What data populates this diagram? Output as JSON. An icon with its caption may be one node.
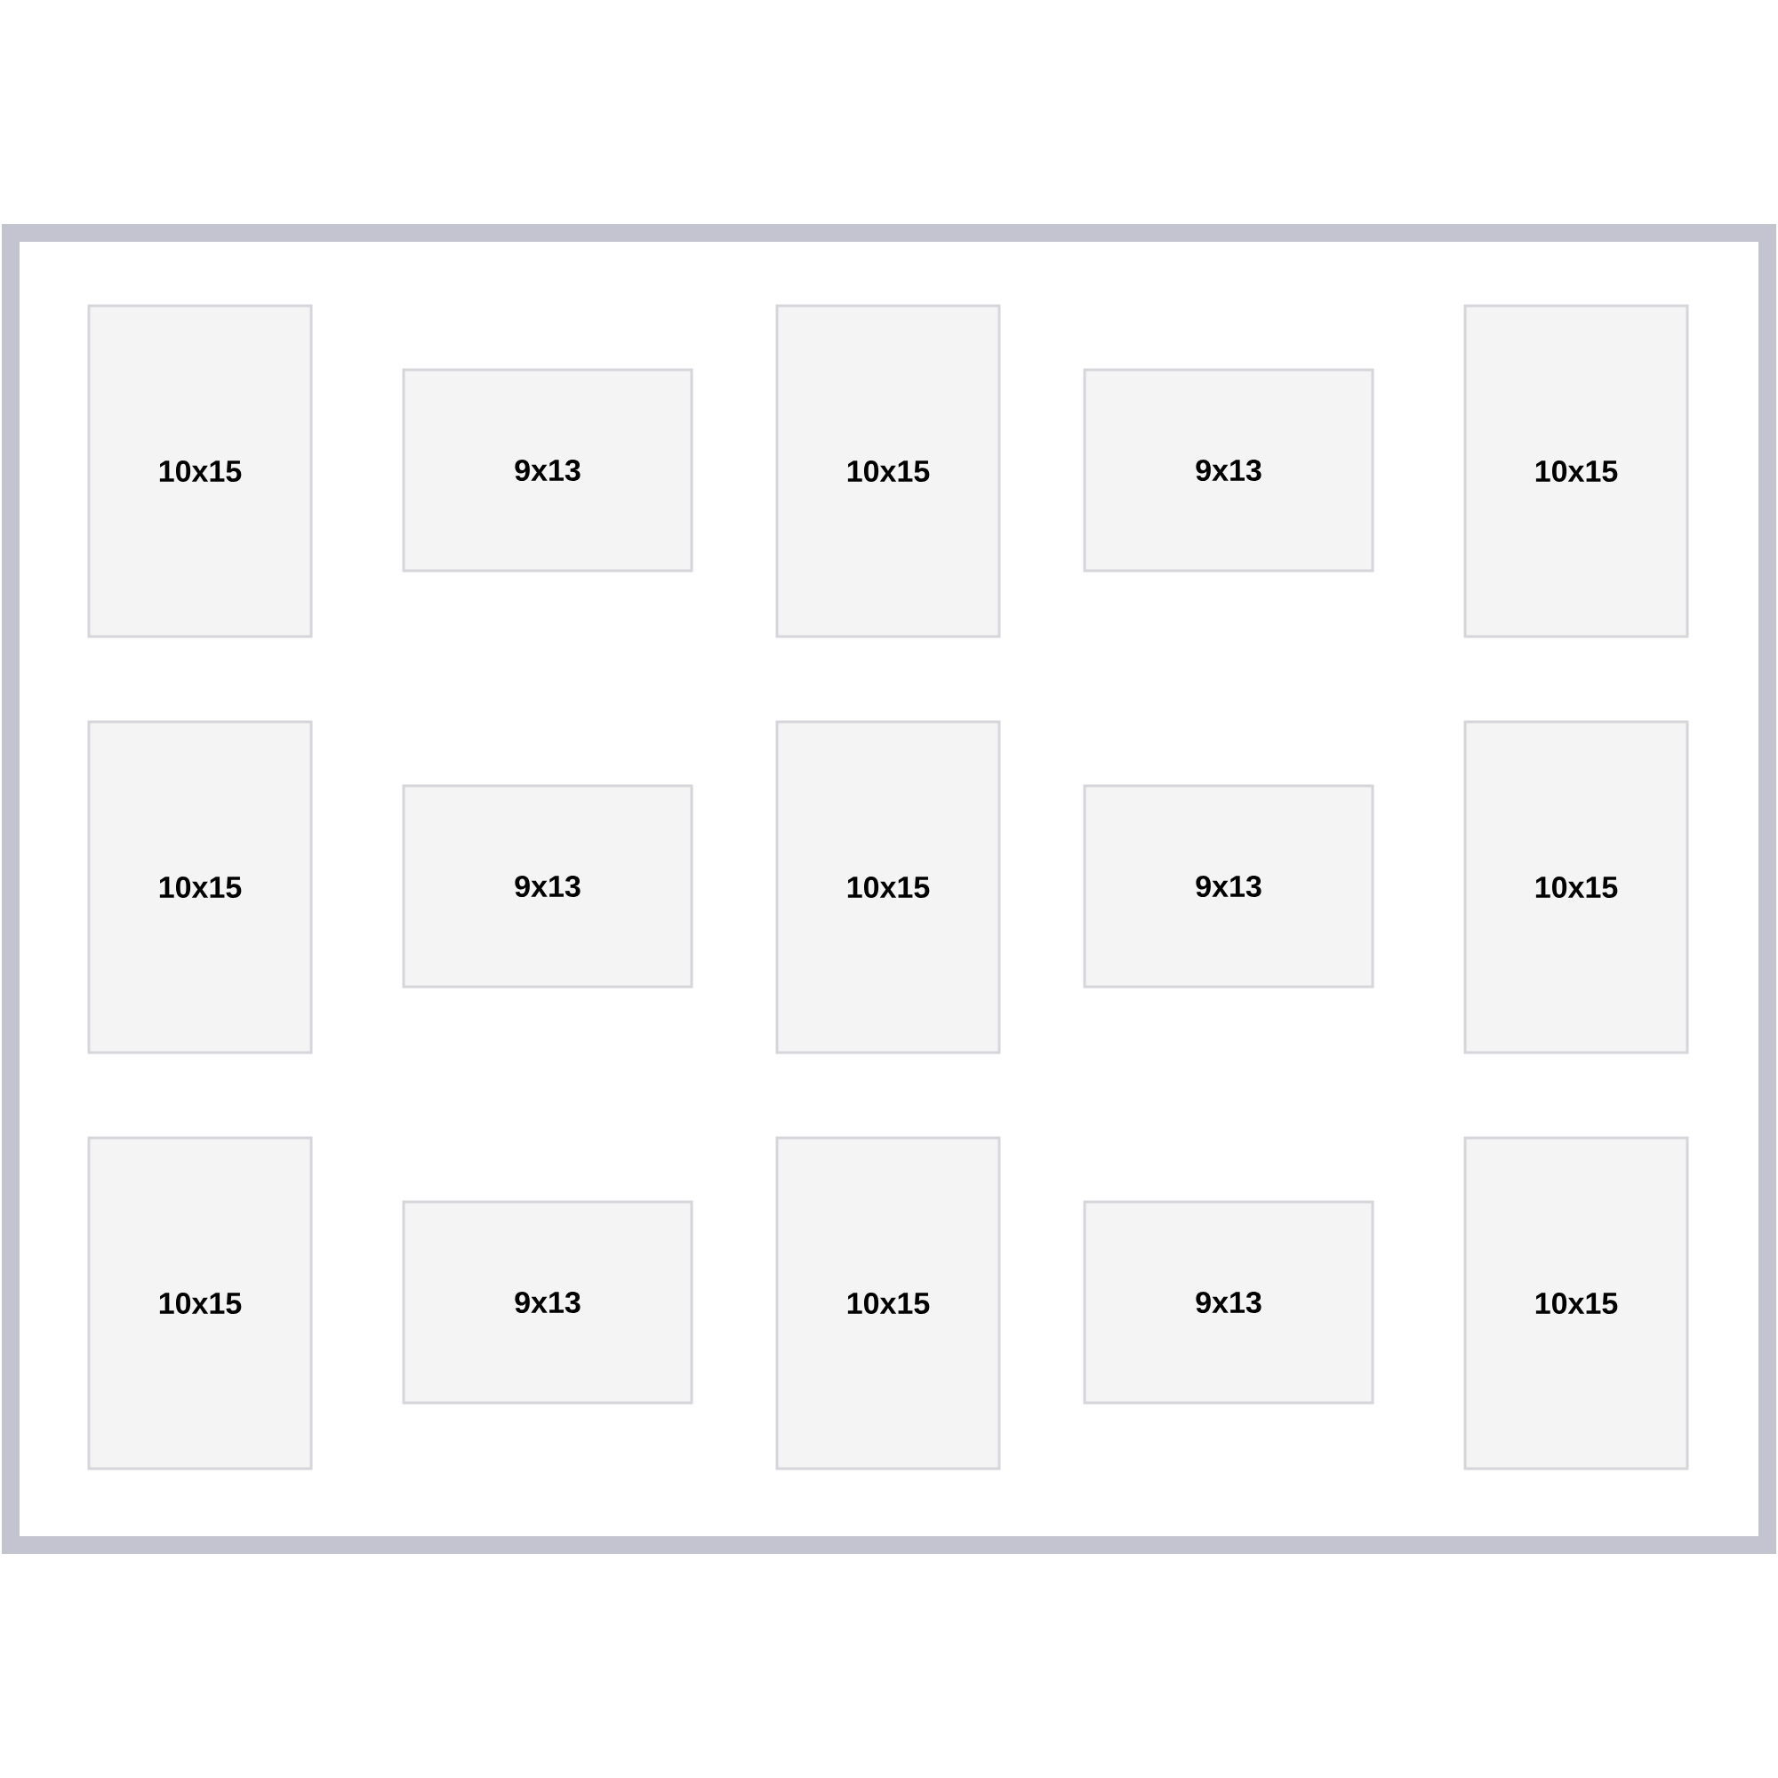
{
  "diagram": {
    "nodes": [
      {
        "text": [
          "10x15"
        ]
      },
      {
        "text": [
          "9x13"
        ]
      },
      {
        "text": [
          "10x15"
        ]
      },
      {
        "text": [
          "9x13"
        ]
      },
      {
        "text": [
          "10x15"
        ]
      },
      {
        "text": [
          "10x15"
        ]
      },
      {
        "text": [
          "9x13"
        ]
      },
      {
        "text": [
          "10x15"
        ]
      },
      {
        "text": [
          "9x13"
        ]
      },
      {
        "text": [
          "10x15"
        ]
      },
      {
        "text": [
          "10x15"
        ]
      },
      {
        "text": [
          "9x13"
        ]
      },
      {
        "text": [
          "10x15"
        ]
      },
      {
        "text": [
          "9x13"
        ]
      },
      {
        "text": [
          "10x15"
        ]
      }
    ]
  }
}
